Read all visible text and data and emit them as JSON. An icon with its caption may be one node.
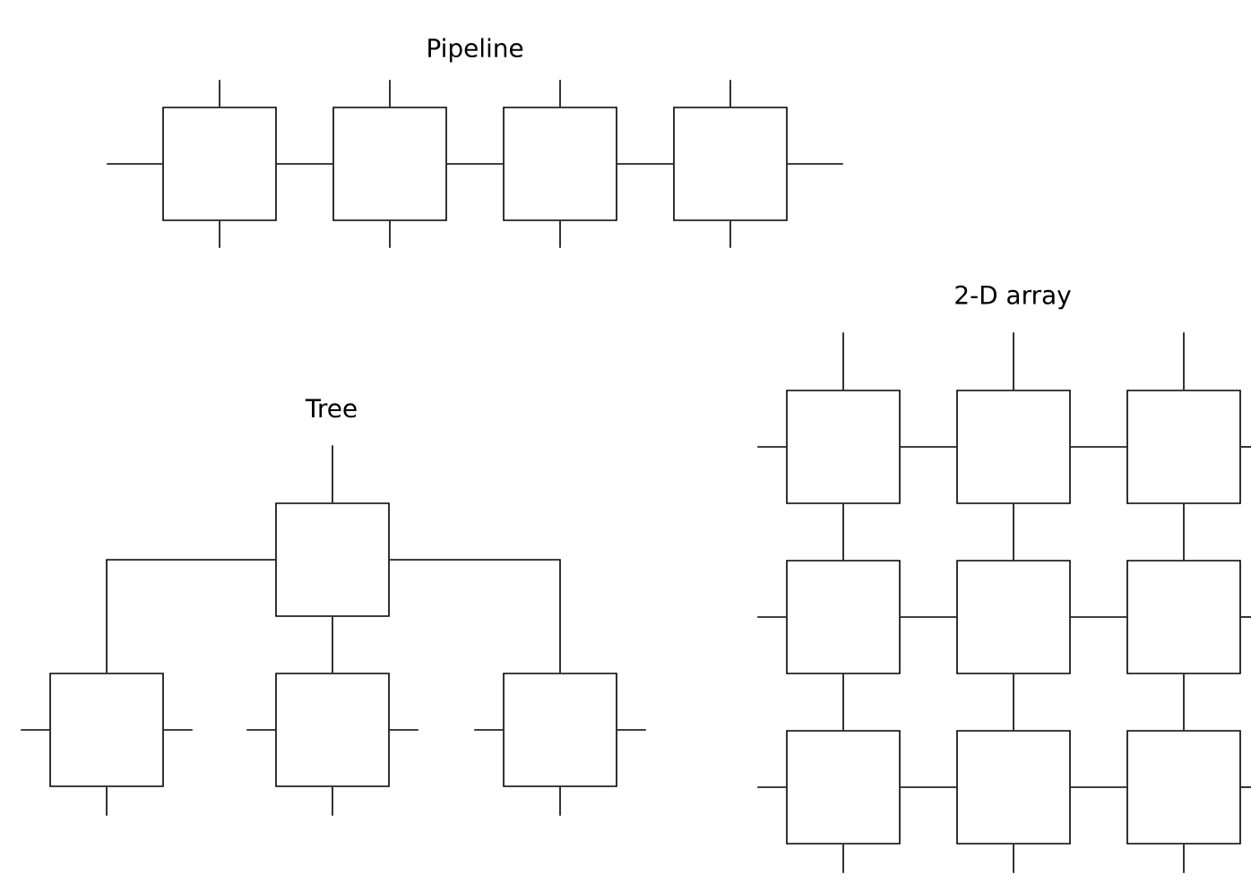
{
  "diagram": {
    "nodes": [
      {
        "text": [],
        "shape": "box"
      },
      {
        "text": [],
        "shape": "box"
      },
      {
        "text": [],
        "shape": "box"
      },
      {
        "text": [],
        "shape": "box"
      },
      {
        "text": [],
        "shape": "box"
      },
      {
        "text": [],
        "shape": "box"
      },
      {
        "text": [],
        "shape": "box"
      },
      {
        "text": [],
        "shape": "box"
      },
      {
        "text": [],
        "shape": "box"
      },
      {
        "text": [],
        "shape": "box"
      },
      {
        "text": [],
        "shape": "box"
      },
      {
        "text": [],
        "shape": "box"
      },
      {
        "text": [],
        "shape": "box"
      },
      {
        "text": [],
        "shape": "box"
      },
      {
        "text": [],
        "shape": "box"
      },
      {
        "text": [],
        "shape": "box"
      },
      {
        "text": [],
        "shape": "box"
      }
    ],
    "edges": [
      {
        "from": 0,
        "to": 1,
        "arrow": "none"
      },
      {
        "from": 1,
        "to": 2,
        "arrow": "none"
      },
      {
        "from": 2,
        "to": 3,
        "arrow": "none"
      },
      {
        "from": 4,
        "to": 5,
        "arrow": "none"
      },
      {
        "from": 4,
        "to": 6,
        "arrow": "none"
      },
      {
        "from": 4,
        "to": 7,
        "arrow": "none"
      },
      {
        "from": 8,
        "to": 9,
        "arrow": "none"
      },
      {
        "from": 9,
        "to": 10,
        "arrow": "none"
      },
      {
        "from": 11,
        "to": 12,
        "arrow": "none"
      },
      {
        "from": 12,
        "to": 13,
        "arrow": "none"
      },
      {
        "from": 14,
        "to": 15,
        "arrow": "none"
      },
      {
        "from": 15,
        "to": 16,
        "arrow": "none"
      },
      {
        "from": 8,
        "to": 11,
        "arrow": "none"
      },
      {
        "from": 9,
        "to": 12,
        "arrow": "none"
      },
      {
        "from": 10,
        "to": 13,
        "arrow": "none"
      },
      {
        "from": 11,
        "to": 14,
        "arrow": "none"
      },
      {
        "from": 12,
        "to": 15,
        "arrow": "none"
      },
      {
        "from": 13,
        "to": 16,
        "arrow": "none"
      },
      {
        "from": 0,
        "to": null,
        "arrow": "none"
      },
      {
        "from": 0,
        "to": null,
        "arrow": "none"
      },
      {
        "from": 0,
        "to": null,
        "arrow": "none"
      },
      {
        "from": 1,
        "to": null,
        "arrow": "none"
      },
      {
        "from": 1,
        "to": null,
        "arrow": "none"
      },
      {
        "from": 2,
        "to": null,
        "arrow": "none"
      },
      {
        "from": 2,
        "to": null,
        "arrow": "none"
      },
      {
        "from": 3,
        "to": null,
        "arrow": "none"
      },
      {
        "from": 3,
        "to": null,
        "arrow": "none"
      },
      {
        "from": 3,
        "to": null,
        "arrow": "none"
      },
      {
        "from": 4,
        "to": null,
        "arrow": "none"
      },
      {
        "from": 5,
        "to": null,
        "arrow": "none"
      },
      {
        "from": 5,
        "to": null,
        "arrow": "none"
      },
      {
        "from": 5,
        "to": null,
        "arrow": "none"
      },
      {
        "from": 6,
        "to": null,
        "arrow": "none"
      },
      {
        "from": 6,
        "to": null,
        "arrow": "none"
      },
      {
        "from": 6,
        "to": null,
        "arrow": "none"
      },
      {
        "from": 7,
        "to": null,
        "arrow": "none"
      },
      {
        "from": 7,
        "to": null,
        "arrow": "none"
      },
      {
        "from": 7,
        "to": null,
        "arrow": "none"
      },
      {
        "from": 8,
        "to": null,
        "arrow": "none"
      },
      {
        "from": 8,
        "to": null,
        "arrow": "none"
      },
      {
        "from": 9,
        "to": null,
        "arrow": "none"
      },
      {
        "from": 10,
        "to": null,
        "arrow": "none"
      },
      {
        "from": 10,
        "to": null,
        "arrow": "none"
      },
      {
        "from": 11,
        "to": null,
        "arrow": "none"
      },
      {
        "from": 13,
        "to": null,
        "arrow": "none"
      },
      {
        "from": 14,
        "to": null,
        "arrow": "none"
      },
      {
        "from": 14,
        "to": null,
        "arrow": "none"
      },
      {
        "from": 15,
        "to": null,
        "arrow": "none"
      },
      {
        "from": 16,
        "to": null,
        "arrow": "none"
      },
      {
        "from": 16,
        "to": null,
        "arrow": "none"
      }
    ],
    "labels": [
      "Pipeline",
      "2-D array",
      "Tree"
    ]
  }
}
